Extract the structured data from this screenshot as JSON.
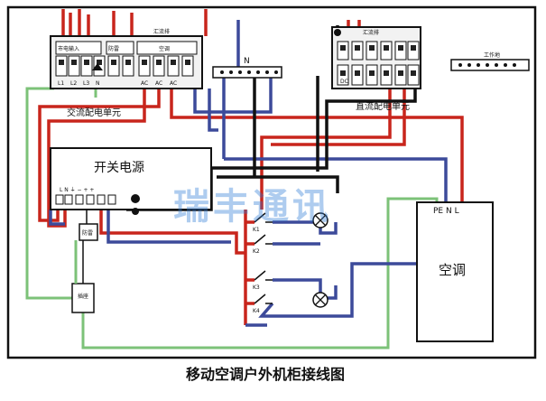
{
  "labels": {
    "ac_breaker_top": "汇流排",
    "n_bar": "N",
    "dc_busbar": "汇流排",
    "ground_bar": "工作地",
    "ac_unit": "交流配电单元",
    "dc_unit": "直流配电单元",
    "psu": "开关电源",
    "psu_terminals": "L N ⏚ − + +",
    "ac_terminals": "PE  N  L",
    "aircon": "空调",
    "ac_breaker_names": [
      "市电输入",
      "防雷",
      "空调"
    ],
    "ac_breaker_slots": [
      "L1",
      "L2",
      "L3",
      "N",
      "AC",
      "AC",
      "AC"
    ],
    "dc_breaker_tags": [
      "DC"
    ],
    "relay_tags": [
      "K1",
      "K2",
      "K3",
      "K4"
    ],
    "protector_box": "防雷",
    "socket_box": "插座"
  },
  "watermark": "瑞丰通讯",
  "caption": "移动空调户外机柜接线图",
  "colors": {
    "red": "#c8251c",
    "blue": "#3c4a9a",
    "black": "#111111",
    "green": "#7cc278",
    "watermark": "#2e7bd6"
  }
}
